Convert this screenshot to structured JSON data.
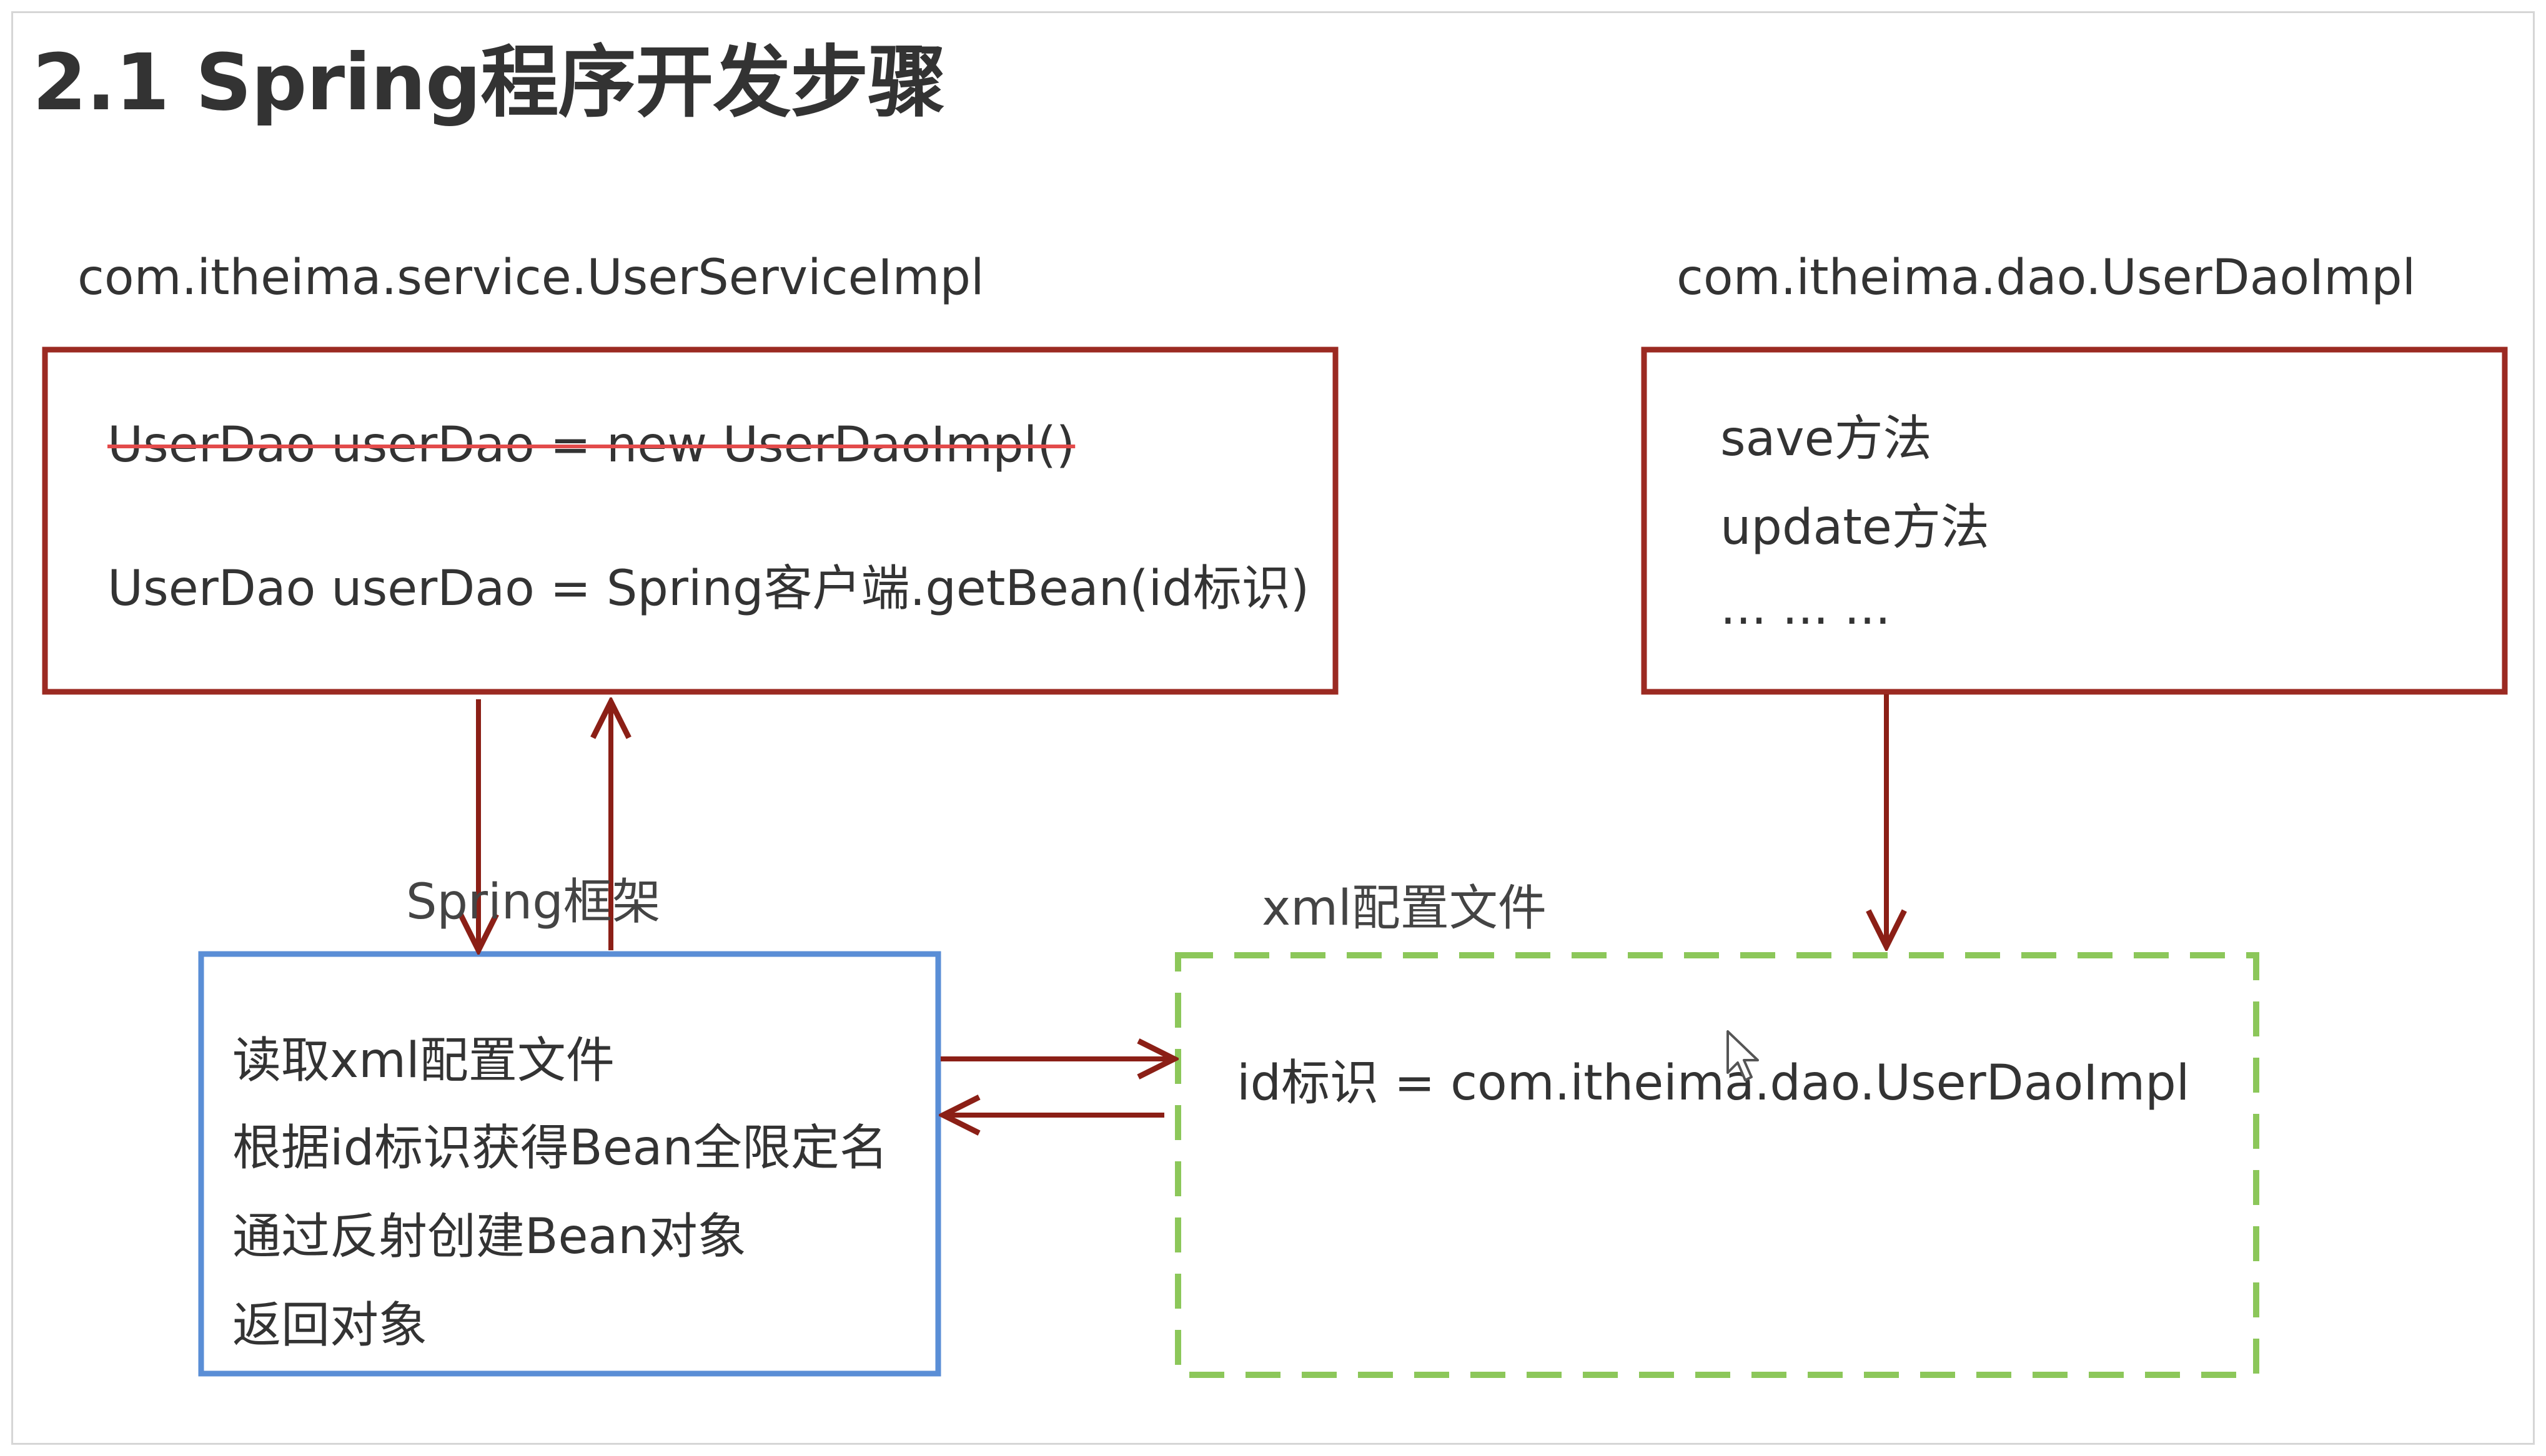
{
  "title": "2.1 Spring程序开发步骤",
  "service_impl": {
    "label": "com.itheima.service.UserServiceImpl",
    "struck_line": "UserDao userDao = new UserDaoImpl()",
    "line": "UserDao userDao = Spring客户端.getBean(id标识)"
  },
  "dao_impl": {
    "label": "com.itheima.dao.UserDaoImpl",
    "methods": [
      "save方法",
      "update方法",
      "... ... ..."
    ]
  },
  "spring_framework": {
    "label": "Spring框架",
    "steps": [
      "读取xml配置文件",
      "根据id标识获得Bean全限定名",
      "通过反射创建Bean对象",
      "返回对象"
    ]
  },
  "xml_config": {
    "label": "xml配置文件",
    "content": "id标识 = com.itheima.dao.UserDaoImpl"
  },
  "colors": {
    "box_red": "#9b2a22",
    "box_blue": "#5a8ed6",
    "box_green_dashed": "#8cc75a",
    "arrow": "#8b1f16",
    "strike": "#e34b4b"
  }
}
